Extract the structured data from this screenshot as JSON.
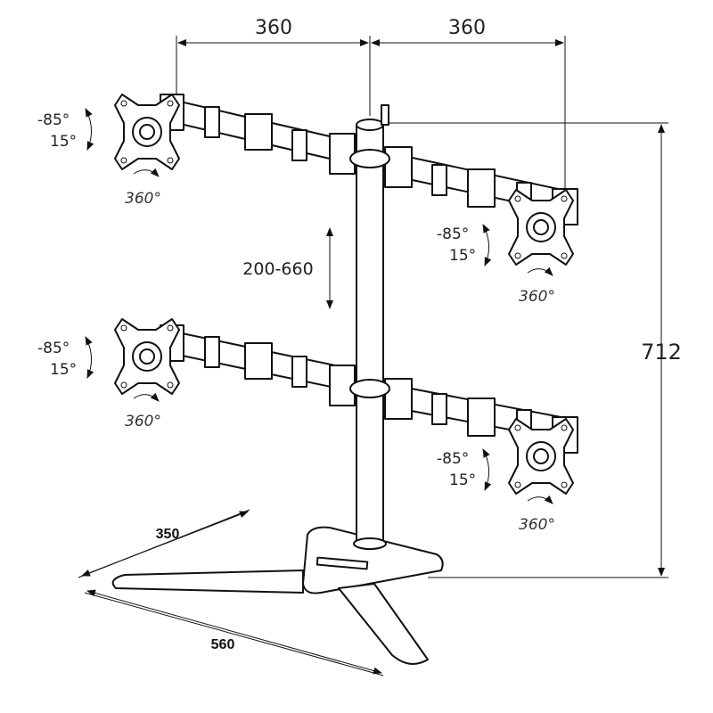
{
  "dimensions": {
    "left_arm_width": "360",
    "right_arm_width": "360",
    "height_adjust": "200-660",
    "total_height": "712",
    "base_depth": "350",
    "base_width": "560"
  },
  "mount_labels": [
    {
      "position": "top-left",
      "tilt_up": "-85°",
      "tilt_down": "15°",
      "rotation": "360°"
    },
    {
      "position": "top-right",
      "tilt_up": "-85°",
      "tilt_down": "15°",
      "rotation": "360°"
    },
    {
      "position": "bottom-left",
      "tilt_up": "-85°",
      "tilt_down": "15°",
      "rotation": "360°"
    },
    {
      "position": "bottom-right",
      "tilt_up": "-85°",
      "tilt_down": "15°",
      "rotation": "360°"
    }
  ]
}
